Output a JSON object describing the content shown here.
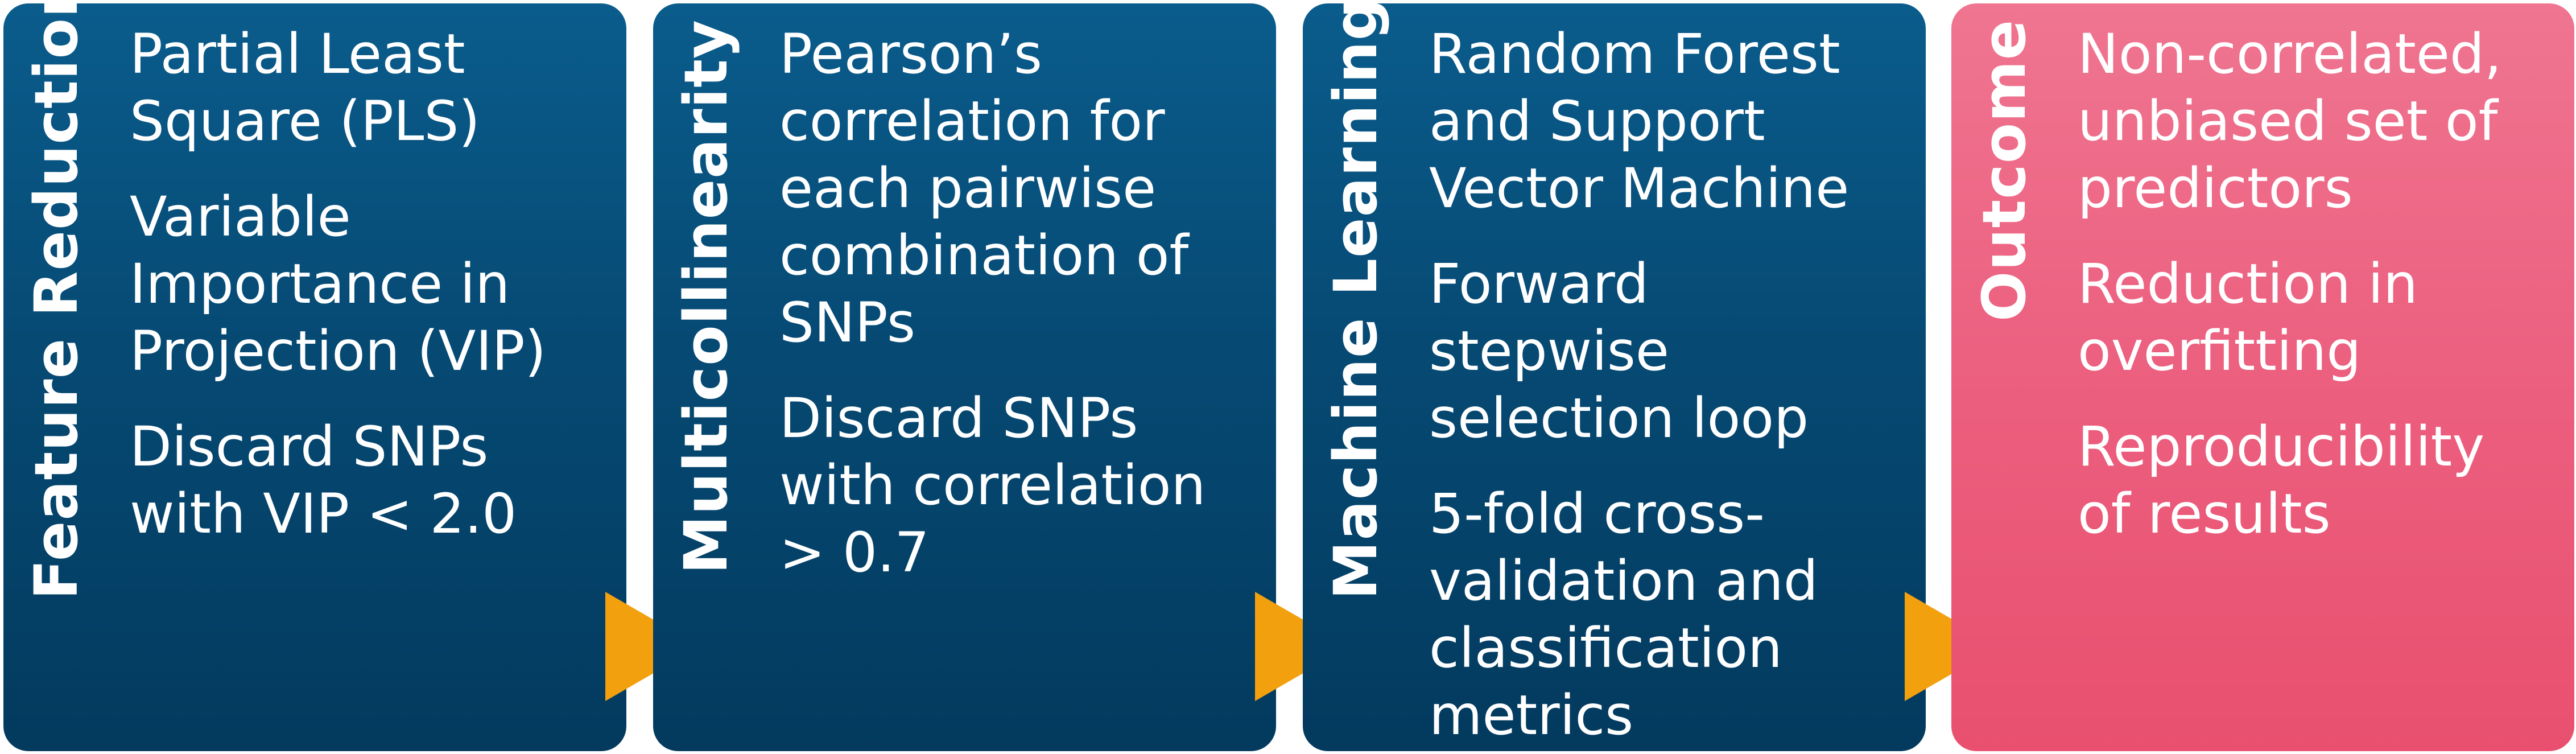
{
  "diagram": {
    "panels": [
      {
        "title": "Feature Reduction",
        "items": [
          "Partial Least\nSquare (PLS)",
          "Variable\nImportance in\nProjection (VIP)",
          "Discard SNPs\nwith VIP < 2.0"
        ]
      },
      {
        "title": "Multicollinearity",
        "items": [
          "Pearson’s\ncorrelation for\neach pairwise\ncombination of\nSNPs",
          "Discard SNPs\nwith correlation\n> 0.7"
        ]
      },
      {
        "title": "Machine Learning",
        "items": [
          "Random Forest\nand Support\nVector Machine",
          "Forward\nstepwise\nselection loop",
          "5-fold cross-\nvalidation and\nclassification\nmetrics"
        ]
      },
      {
        "title": "Outcome",
        "items": [
          "Non-correlated,\nunbiased set of\npredictors",
          "Reduction in\noverfitting",
          "Reproducibility\nof results"
        ]
      }
    ],
    "colors": {
      "stage_panel": "#064a74",
      "outcome_panel": "#ec5f7f",
      "arrow": "#f3a00e",
      "text": "#ffffff"
    },
    "arrow_icon": "triangle-right-icon"
  }
}
